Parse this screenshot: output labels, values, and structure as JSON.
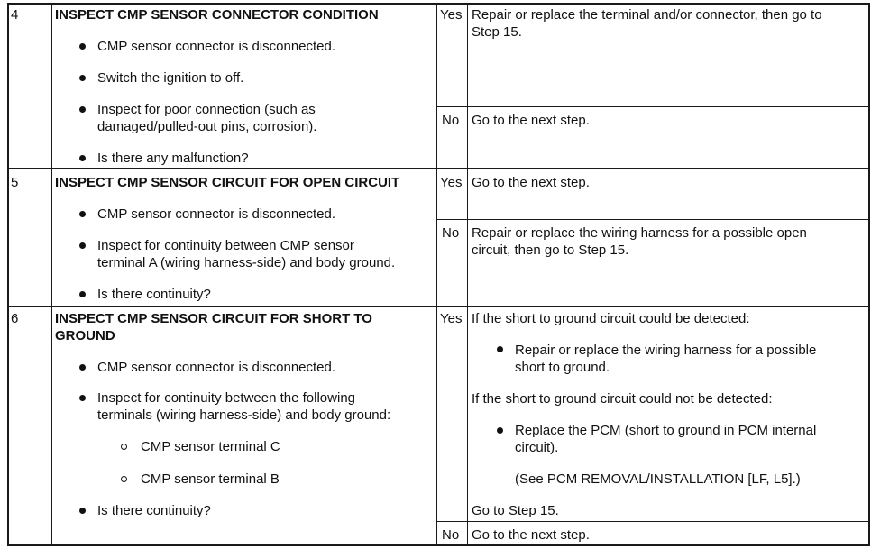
{
  "rows": [
    {
      "num": "4",
      "title": [
        "INSPECT CMP SENSOR CONNECTOR CONDITION"
      ],
      "items": [
        [
          "CMP sensor connector is disconnected."
        ],
        [
          "Switch the ignition to off."
        ],
        [
          "Inspect for poor connection (such as",
          "damaged/pulled-out pins, corrosion)."
        ],
        [
          "Is there any malfunction?"
        ]
      ],
      "yes": {
        "label": "Yes",
        "text": [
          "Repair or replace the terminal and/or connector, then go to",
          "Step 15."
        ]
      },
      "no": {
        "label": "No",
        "text": [
          "Go to the next step."
        ]
      }
    },
    {
      "num": "5",
      "title": [
        "INSPECT CMP SENSOR CIRCUIT FOR OPEN CIRCUIT"
      ],
      "items": [
        [
          "CMP sensor connector is disconnected."
        ],
        [
          "Inspect for continuity between CMP sensor",
          "terminal A (wiring harness-side) and body ground."
        ],
        [
          "Is there continuity?"
        ]
      ],
      "yes": {
        "label": "Yes",
        "text": [
          "Go to the next step."
        ]
      },
      "no": {
        "label": "No",
        "text": [
          "Repair or replace the wiring harness for a possible open",
          "circuit, then go to Step 15."
        ]
      }
    },
    {
      "num": "6",
      "title": [
        "INSPECT CMP SENSOR CIRCUIT FOR SHORT TO",
        "GROUND"
      ],
      "items": [
        [
          "CMP sensor connector is disconnected."
        ],
        [
          "Inspect for continuity between the following",
          "terminals (wiring harness-side) and body ground:"
        ],
        [
          "CMP sensor terminal C"
        ],
        [
          "CMP sensor terminal B"
        ],
        [
          "Is there continuity?"
        ]
      ],
      "yes": {
        "label": "Yes",
        "intro1": "If the short to ground circuit could be detected:",
        "bullet1": [
          "Repair or replace the wiring harness for a possible",
          "short to ground."
        ],
        "intro2": "If the short to ground circuit could not be detected:",
        "bullet2": [
          "Replace the PCM (short to ground in PCM internal",
          "circuit)."
        ],
        "note": "(See PCM REMOVAL/INSTALLATION [LF, L5].)",
        "goto": "Go to Step 15."
      },
      "no": {
        "label": "No",
        "text": [
          "Go to the next step."
        ]
      }
    }
  ]
}
